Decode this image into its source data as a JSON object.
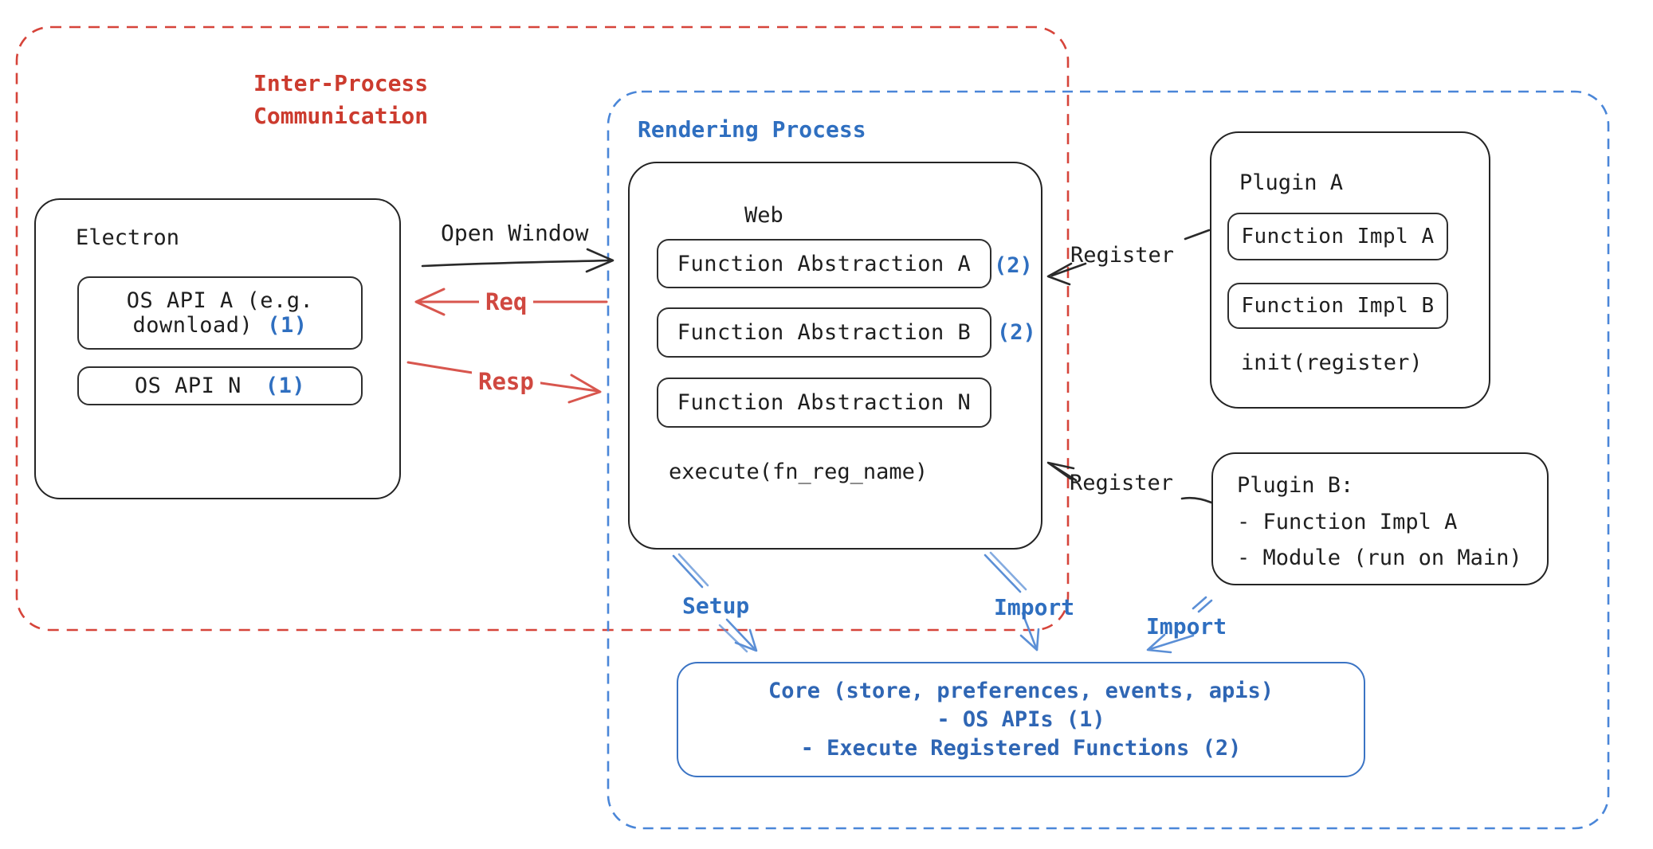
{
  "colors": {
    "red_accent": "#cc3b2e",
    "red_dash_border": "#d6443a",
    "red_arrow": "#d8564e",
    "blue_accent": "#2f6fc0",
    "blue_dash_border": "#4a86d8",
    "blue_arrow": "#5b8fd6",
    "core_border": "#3b74c4",
    "ink": "#242424"
  },
  "regions": {
    "ipc_label": "Inter-Process\nCommunication",
    "rendering_label": "Rendering Process"
  },
  "electron": {
    "title": "Electron",
    "api_a": {
      "line1": "OS API A (e.g.",
      "line2": "download)",
      "ref": "(1)"
    },
    "api_n": {
      "label": "OS API N",
      "ref": "(1)"
    }
  },
  "web": {
    "title": "Web",
    "abstractions": [
      {
        "label": "Function Abstraction A",
        "ref": "(2)"
      },
      {
        "label": "Function Abstraction B",
        "ref": "(2)"
      },
      {
        "label": "Function Abstraction N",
        "ref": ""
      }
    ],
    "footer": "execute(fn_reg_name)"
  },
  "plugin_a": {
    "title": "Plugin A",
    "impls": [
      "Function Impl A",
      "Function Impl B"
    ],
    "footer": "init(register)"
  },
  "plugin_b": {
    "title": "Plugin B:",
    "items": [
      "- Function Impl A",
      "- Module (run on Main)"
    ]
  },
  "core": {
    "lines": [
      "Core (store, preferences, events, apis)",
      "- OS APIs (1)",
      "- Execute Registered Functions (2)"
    ]
  },
  "flows": {
    "open_window": "Open Window",
    "req": "Req",
    "resp": "Resp",
    "register_top": "Register",
    "register_bottom": "Register",
    "setup": "Setup",
    "import_core": "Import",
    "import_plugin": "Import"
  }
}
